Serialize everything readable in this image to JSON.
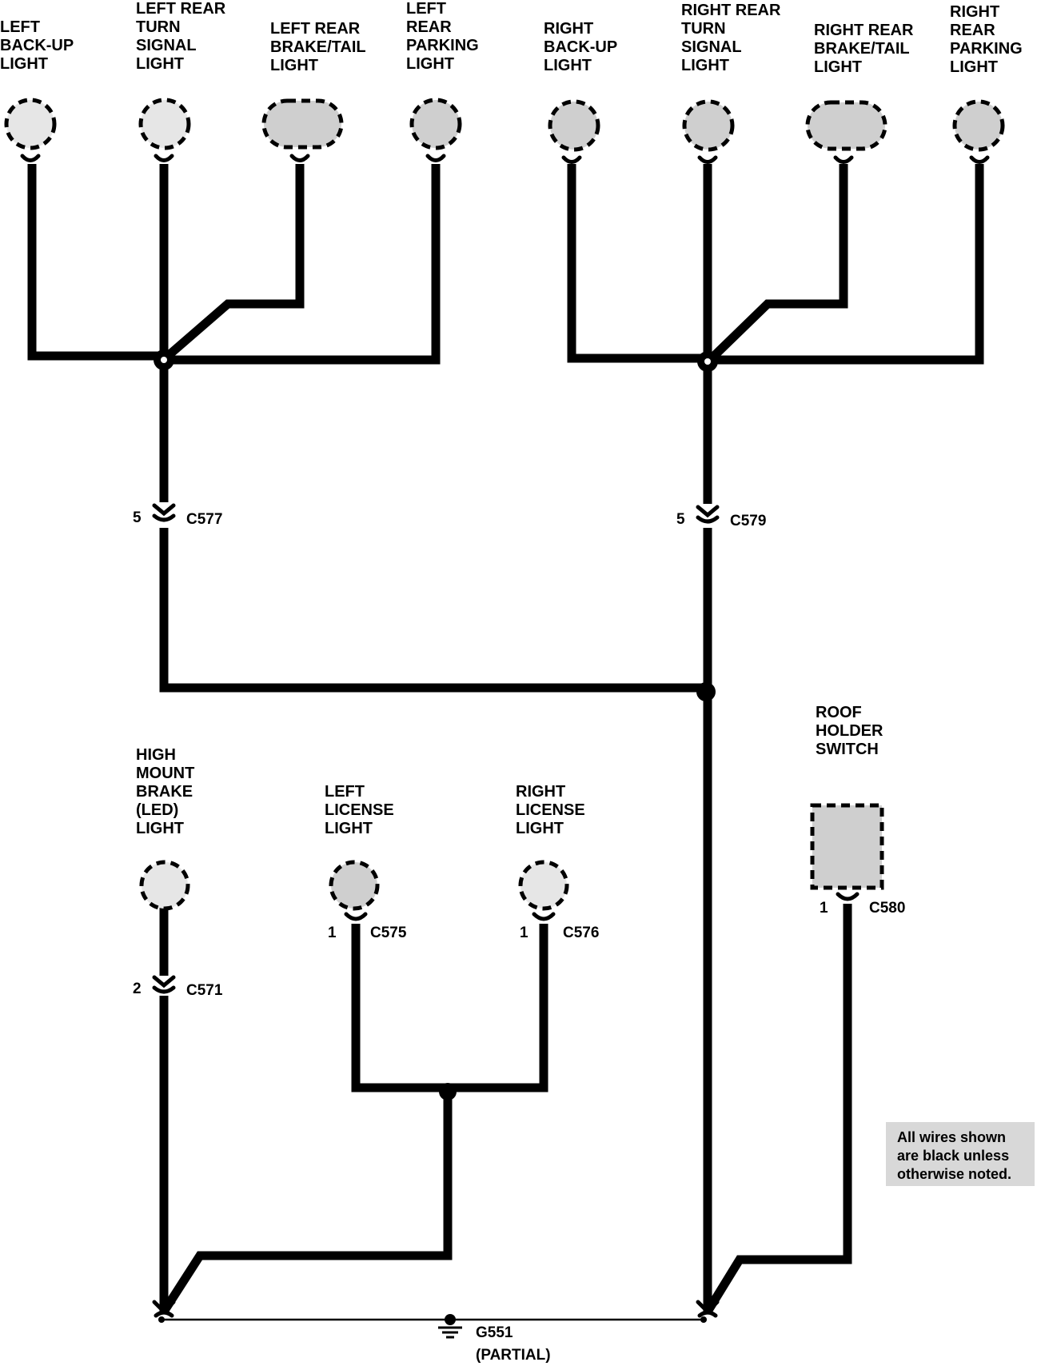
{
  "components": {
    "left_backup_light": [
      "LEFT",
      "BACK-UP",
      "LIGHT"
    ],
    "left_rear_turn_signal_light": [
      "LEFT REAR",
      "TURN",
      "SIGNAL",
      "LIGHT"
    ],
    "left_rear_brake_tail_light": [
      "LEFT REAR",
      "BRAKE/TAIL",
      "LIGHT"
    ],
    "left_rear_parking_light": [
      "LEFT",
      "REAR",
      "PARKING",
      "LIGHT"
    ],
    "right_backup_light": [
      "RIGHT",
      "BACK-UP",
      "LIGHT"
    ],
    "right_rear_turn_signal_light": [
      "RIGHT REAR",
      "TURN",
      "SIGNAL",
      "LIGHT"
    ],
    "right_rear_brake_tail_light": [
      "RIGHT REAR",
      "BRAKE/TAIL",
      "LIGHT"
    ],
    "right_rear_parking_light": [
      "RIGHT",
      "REAR",
      "PARKING",
      "LIGHT"
    ],
    "high_mount_brake_light": [
      "HIGH",
      "MOUNT",
      "BRAKE",
      "(LED)",
      "LIGHT"
    ],
    "left_license_light": [
      "LEFT",
      "LICENSE",
      "LIGHT"
    ],
    "right_license_light": [
      "RIGHT",
      "LICENSE",
      "LIGHT"
    ],
    "roof_holder_switch": [
      "ROOF",
      "HOLDER",
      "SWITCH"
    ]
  },
  "connectors": {
    "c577": {
      "pin": "5",
      "name": "C577"
    },
    "c579": {
      "pin": "5",
      "name": "C579"
    },
    "c571": {
      "pin": "2",
      "name": "C571"
    },
    "c575": {
      "pin": "1",
      "name": "C575"
    },
    "c576": {
      "pin": "1",
      "name": "C576"
    },
    "c580": {
      "pin": "1",
      "name": "C580"
    }
  },
  "ground": {
    "name": "G551",
    "qualifier": "(PARTIAL)"
  },
  "note": [
    "All wires shown",
    "are black unless",
    "otherwise noted."
  ]
}
